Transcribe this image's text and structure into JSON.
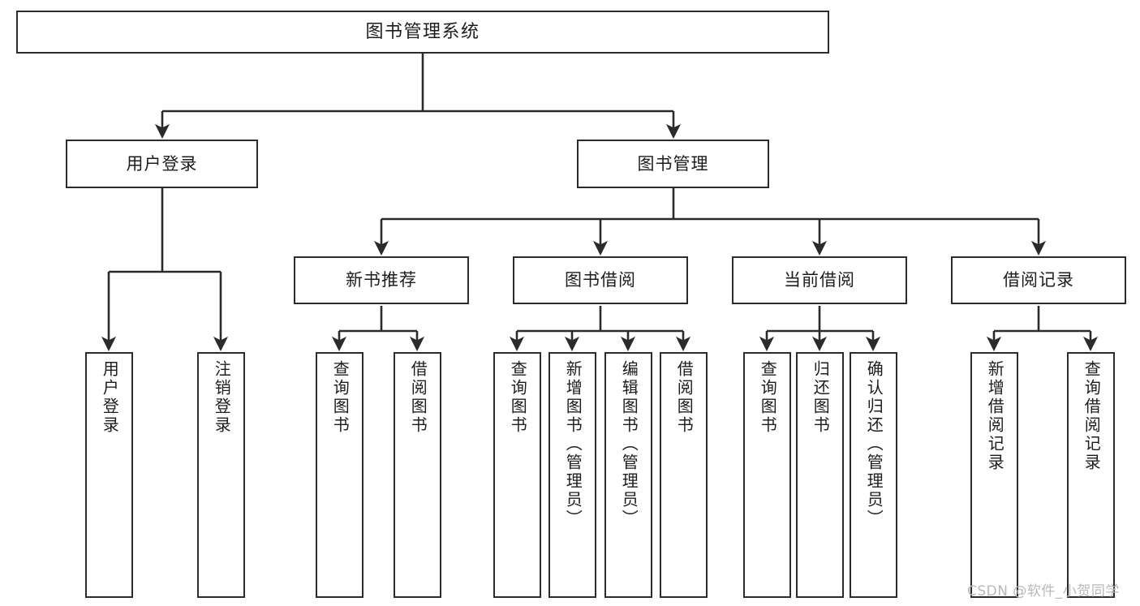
{
  "diagram": {
    "title": "图书管理系统",
    "type": "tree",
    "colors": {
      "background": "#ffffff",
      "box_fill": "#ffffff",
      "box_stroke": "#2b2b2b",
      "connector": "#2b2b2b",
      "watermark": "#b9b9b9"
    },
    "root": {
      "label": "图书管理系统"
    },
    "level1": [
      {
        "label": "用户登录"
      },
      {
        "label": "图书管理"
      }
    ],
    "level2": [
      {
        "label": "新书推荐"
      },
      {
        "label": "图书借阅"
      },
      {
        "label": "当前借阅"
      },
      {
        "label": "借阅记录"
      }
    ],
    "leaves": {
      "user_login": [
        {
          "label": "用户登录"
        },
        {
          "label": "注销登录"
        }
      ],
      "new_book_recommend": [
        {
          "label": "查询图书"
        },
        {
          "label": "借阅图书"
        }
      ],
      "book_borrow": [
        {
          "label": "查询图书"
        },
        {
          "label": "新增图书（管理员）"
        },
        {
          "label": "编辑图书（管理员）"
        },
        {
          "label": "借阅图书"
        }
      ],
      "current_borrow": [
        {
          "label": "查询图书"
        },
        {
          "label": "归还图书"
        },
        {
          "label": "确认归还（管理员）"
        }
      ],
      "borrow_record": [
        {
          "label": "新增借阅记录"
        },
        {
          "label": "查询借阅记录"
        }
      ]
    }
  },
  "watermark": {
    "text": "CSDN @软件_小贺同学"
  }
}
